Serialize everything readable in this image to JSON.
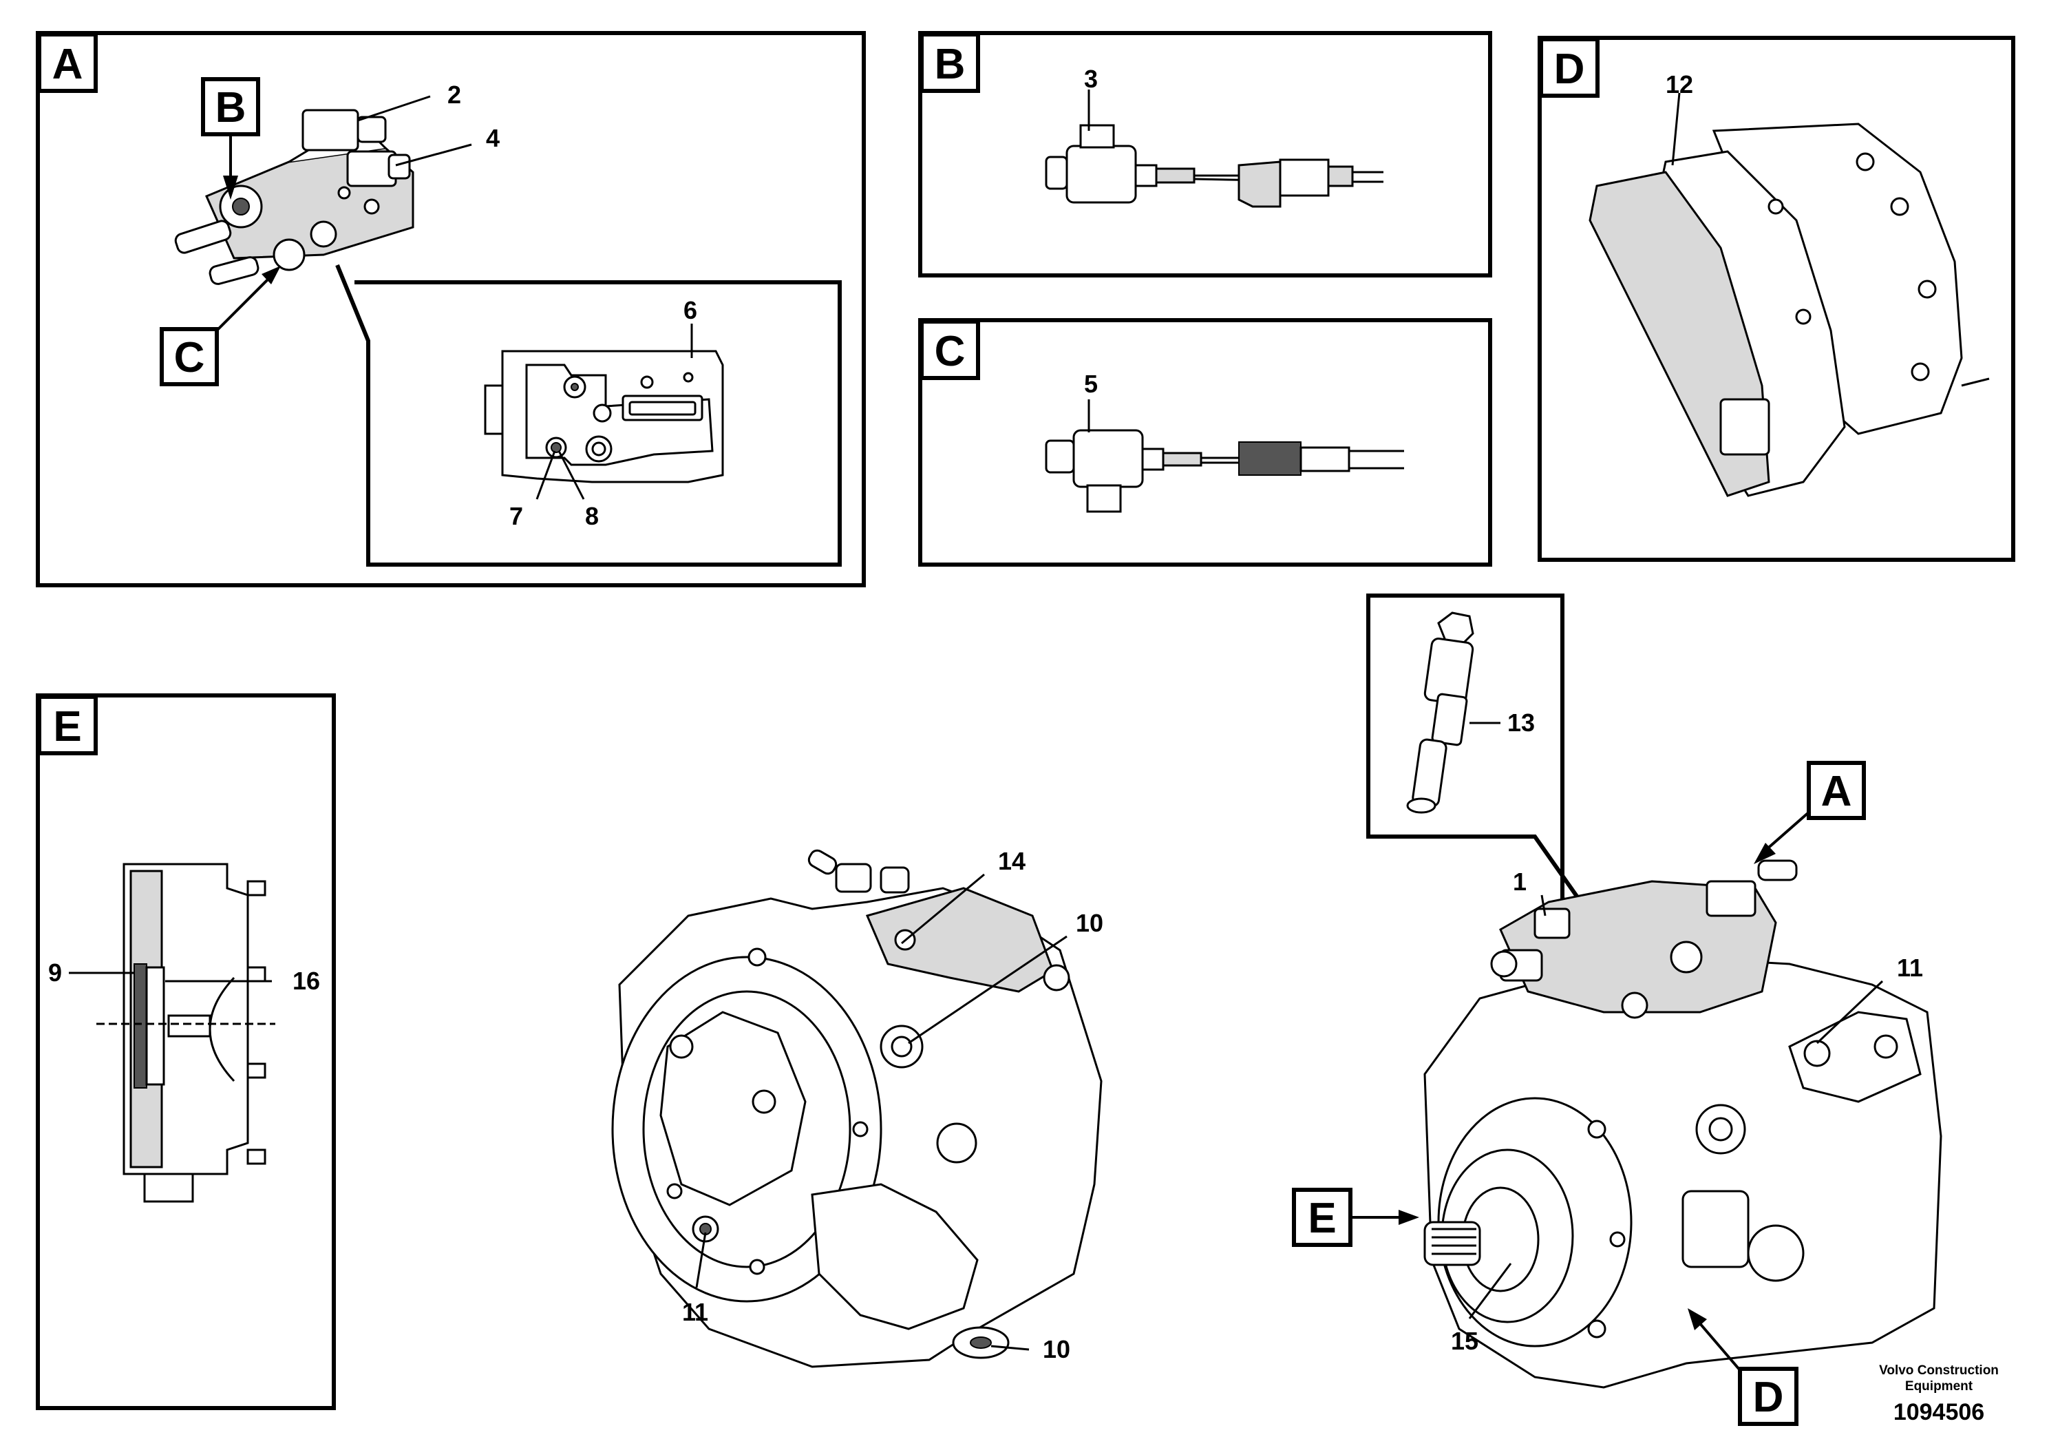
{
  "panels": {
    "A": "A",
    "B": "B",
    "C": "C",
    "D": "D",
    "E": "E"
  },
  "callouts": {
    "inset_B": "B",
    "inset_C": "C",
    "main_A": "A",
    "main_D": "D",
    "main_E": "E"
  },
  "part_numbers": {
    "n1": "1",
    "n2": "2",
    "n3": "3",
    "n4": "4",
    "n5": "5",
    "n6": "6",
    "n7": "7",
    "n8": "8",
    "n9": "9",
    "n10a": "10",
    "n10b": "10",
    "n11a": "11",
    "n11b": "11",
    "n12": "12",
    "n13": "13",
    "n14": "14",
    "n15": "15",
    "n16": "16"
  },
  "footer": {
    "company_line1": "Volvo Construction",
    "company_line2": "Equipment",
    "drawing_number": "1094506"
  }
}
